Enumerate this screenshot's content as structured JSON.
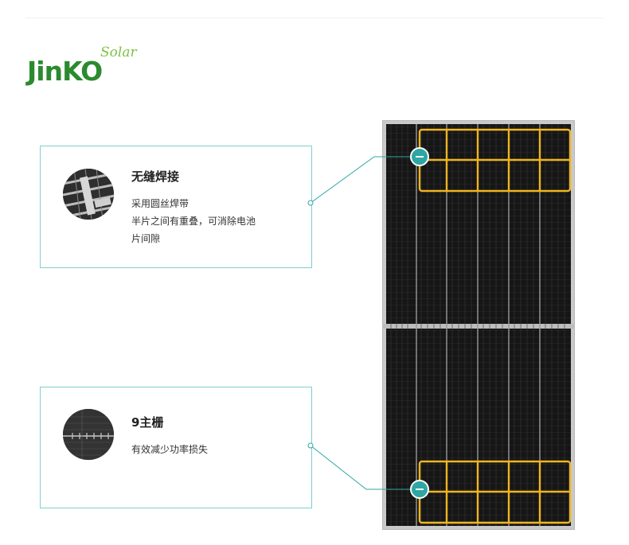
{
  "brand": {
    "name": "JinKO",
    "tagline": "Solar"
  },
  "callouts": [
    {
      "title": "无缝焊接",
      "lines": [
        "采用圆丝焊带",
        "半片之间有重叠，可消除电池",
        "片间隙"
      ],
      "thumb_icon": "seamless-welding-closeup-icon"
    },
    {
      "title": "9主栅",
      "lines": [
        "有效减少功率损失"
      ],
      "thumb_icon": "busbar-closeup-icon"
    }
  ],
  "colors": {
    "accent_teal": "#2ea6a3",
    "card_border": "#7fcfcd",
    "highlight_yellow": "#f0b51e",
    "brand_green": "#2b8a2e",
    "tagline_green": "#7cc242"
  },
  "marker_icon": "minus-circle-icon"
}
